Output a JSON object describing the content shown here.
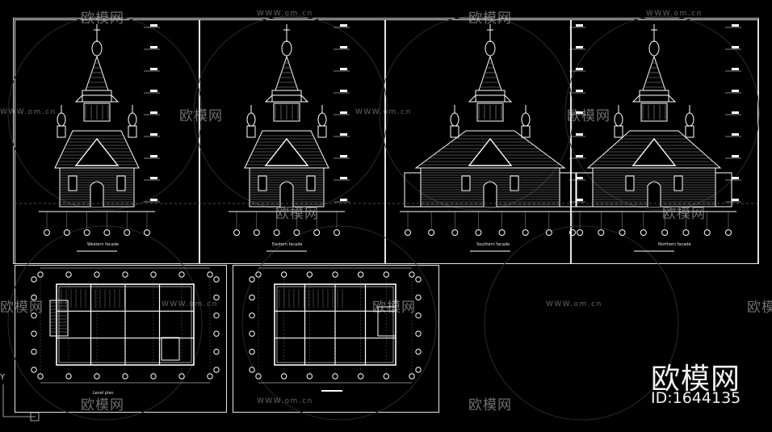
{
  "drawings": {
    "facades": [
      {
        "caption": "Western facade"
      },
      {
        "caption": "Eastern facade"
      },
      {
        "caption": "Southern facade"
      },
      {
        "caption": "Northern facade"
      }
    ],
    "plans": [
      {
        "caption": "Level plan"
      },
      {
        "caption": ""
      }
    ]
  },
  "watermark": {
    "brand": "欧模网",
    "url": "WWW.om.cn",
    "logo_text": "欧模网",
    "id_text": "ID:1644135"
  },
  "ucs_label": "Y",
  "colors": {
    "background": "#000000",
    "lines": "#ffffff",
    "watermark": "#bfbfbf"
  }
}
